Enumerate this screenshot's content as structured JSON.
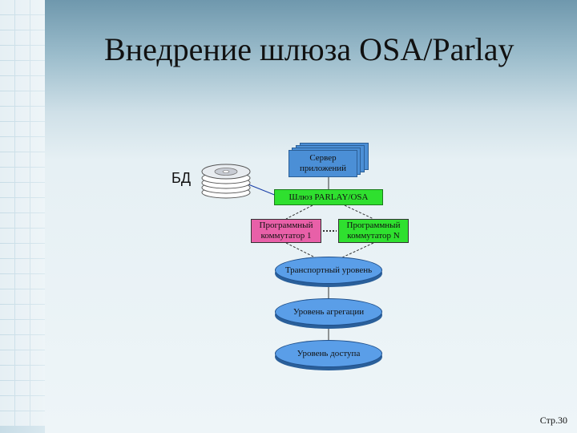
{
  "title": "Внедрение шлюза OSA/Parlay",
  "db_label": "БД",
  "server_label": "Сервер приложений",
  "gateway_label": "Шлюз PARLAY/OSA",
  "switch_1_label": "Программный коммутатор 1",
  "switch_n_label": "Программный коммутатор N",
  "transport_label": "Транспортный уровень",
  "aggregation_label": "Уровень агрегации",
  "access_label": "Уровень доступа",
  "page_number": "Стр.30",
  "colors": {
    "server": "#4b8fd6",
    "gateway": "#2fe02f",
    "switch_1": "#e860a8",
    "switch_n": "#2fe02f",
    "layer": "#5a9ee8"
  }
}
